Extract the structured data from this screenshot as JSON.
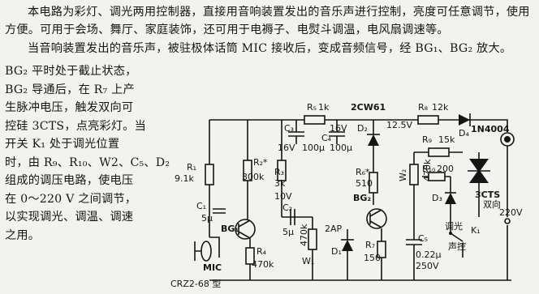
{
  "text": {
    "p1": "本电路为彩灯、调光两用控制器，直接用音响装置发出的音乐声进行控制，亮度可任意调节，使用方便。可用于会场、舞厅、家庭装饰，还可用于电褥子、电熨斗调温，电风扇调速等。",
    "p2": "当音响装置发出的音乐声，被驻极体话筒 MIC 接收后，变成音频信号，经 BG₁、BG₂ 放大。",
    "col_lines": [
      "BG₂ 平时处于截止状态，",
      "BG₂ 导通后，在 R₇ 上产",
      "生脉冲电压，触发双向可",
      "控硅 3CTS，点亮彩灯。当",
      "开关 K₁ 处于调光位置",
      "时，由 R₉、R₁₀、W2、C₅、D₂",
      "组成的调压电路，使电压",
      "在 0～220 V 之间调节，",
      "以实现调光、调温、调速",
      "之用。"
    ]
  },
  "circuit": {
    "labels": {
      "r1": "R₁",
      "r1_val": "9.1k",
      "r2": "R₂*",
      "r2_val": "300k",
      "r3": "R₃",
      "r3_val": "3k",
      "r4": "R₄",
      "r4_val": "470k",
      "r5": "R₅",
      "r5_val": "1k",
      "r6": "R₆*",
      "r6_val": "510",
      "r7": "R₇",
      "r7_val": "150",
      "r8": "R₈",
      "r8_val": "12k",
      "r9": "R₉",
      "r9_val": "15k",
      "r10": "R₁₀",
      "r10_val": "200",
      "c1": "C₁",
      "c1_val": "5μ",
      "c2": "C₂",
      "c2_volt": "10V",
      "c2_val": "5μ",
      "c3": "C₃",
      "c3_volt": "16V",
      "c3_val": "100μ",
      "c4": "C₄",
      "c4_volt": "16V",
      "c4_val": "100μ",
      "c5": "C₅",
      "c5_val": "0.22μ",
      "c5_volt": "250V",
      "w1": "W₁",
      "w1_val": "470k",
      "w2": "W₂",
      "w2_val": "470k",
      "d1": "D₁",
      "d2": "D₂",
      "d3": "D₃",
      "d4": "D₄",
      "zener": "2CW61",
      "d4_type": "1N4004",
      "bg1": "BG₁",
      "bg2": "BG₂",
      "twoap": "2AP",
      "v12": "12.5V",
      "scr": "3CTS",
      "scr2": "双向",
      "v220": "220V",
      "tiaoguang": "调光",
      "shengkong": "声控",
      "k1": "K₁",
      "mic": "MIC",
      "crz": "CRZ2-68 型"
    }
  }
}
